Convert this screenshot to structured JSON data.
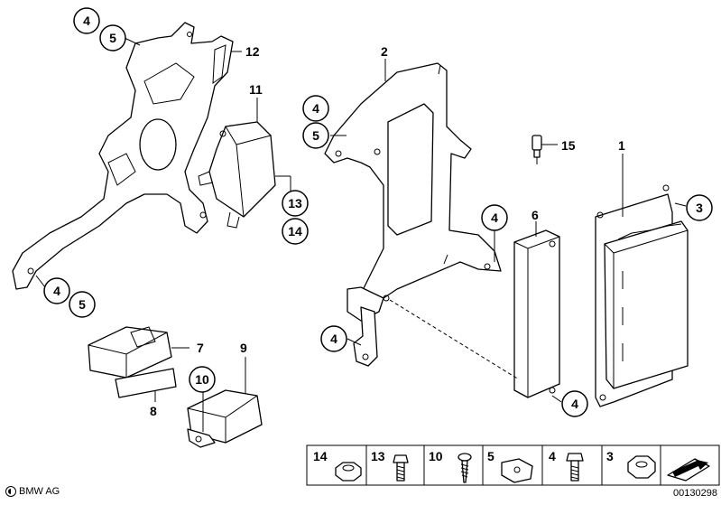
{
  "callouts": {
    "c4a": "4",
    "c5a": "5",
    "c12": "12",
    "c11": "11",
    "c2": "2",
    "c4b": "4",
    "c5b": "5",
    "c15": "15",
    "c1": "1",
    "c3": "3",
    "c13": "13",
    "c14": "14",
    "c4c": "4",
    "c6": "6",
    "c4d": "4",
    "c5d": "5",
    "c4e": "4",
    "c7": "7",
    "c9": "9",
    "c10": "10",
    "c8": "8",
    "c4f": "4"
  },
  "legend": {
    "items": [
      "14",
      "13",
      "10",
      "5",
      "4",
      "3"
    ]
  },
  "footer": {
    "brand": "BMW AG",
    "doc_number": "00130298"
  }
}
